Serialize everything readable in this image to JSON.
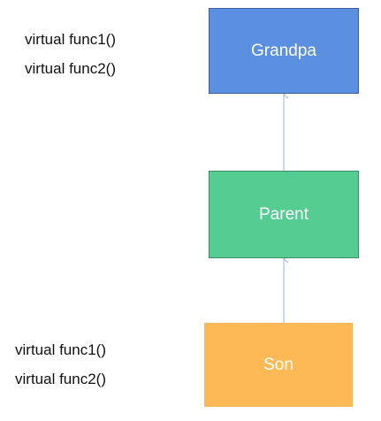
{
  "nodes": {
    "grandpa": {
      "label": "Grandpa",
      "fill": "#5b8fe0",
      "border": "#3f5f9a"
    },
    "parent": {
      "label": "Parent",
      "fill": "#55cc92",
      "border": "#3a8f66"
    },
    "son": {
      "label": "Son",
      "fill": "#fdb955",
      "border": "#fdb955"
    }
  },
  "annotations": {
    "top": {
      "lines": [
        "virtual func1()",
        "virtual func2()"
      ]
    },
    "bottom": {
      "lines": [
        "virtual func1()",
        "virtual func2()"
      ]
    }
  },
  "edges": [
    {
      "from": "son",
      "to": "parent",
      "color": "#8fb6e6"
    },
    {
      "from": "parent",
      "to": "grandpa",
      "color": "#8fb6e6"
    }
  ]
}
